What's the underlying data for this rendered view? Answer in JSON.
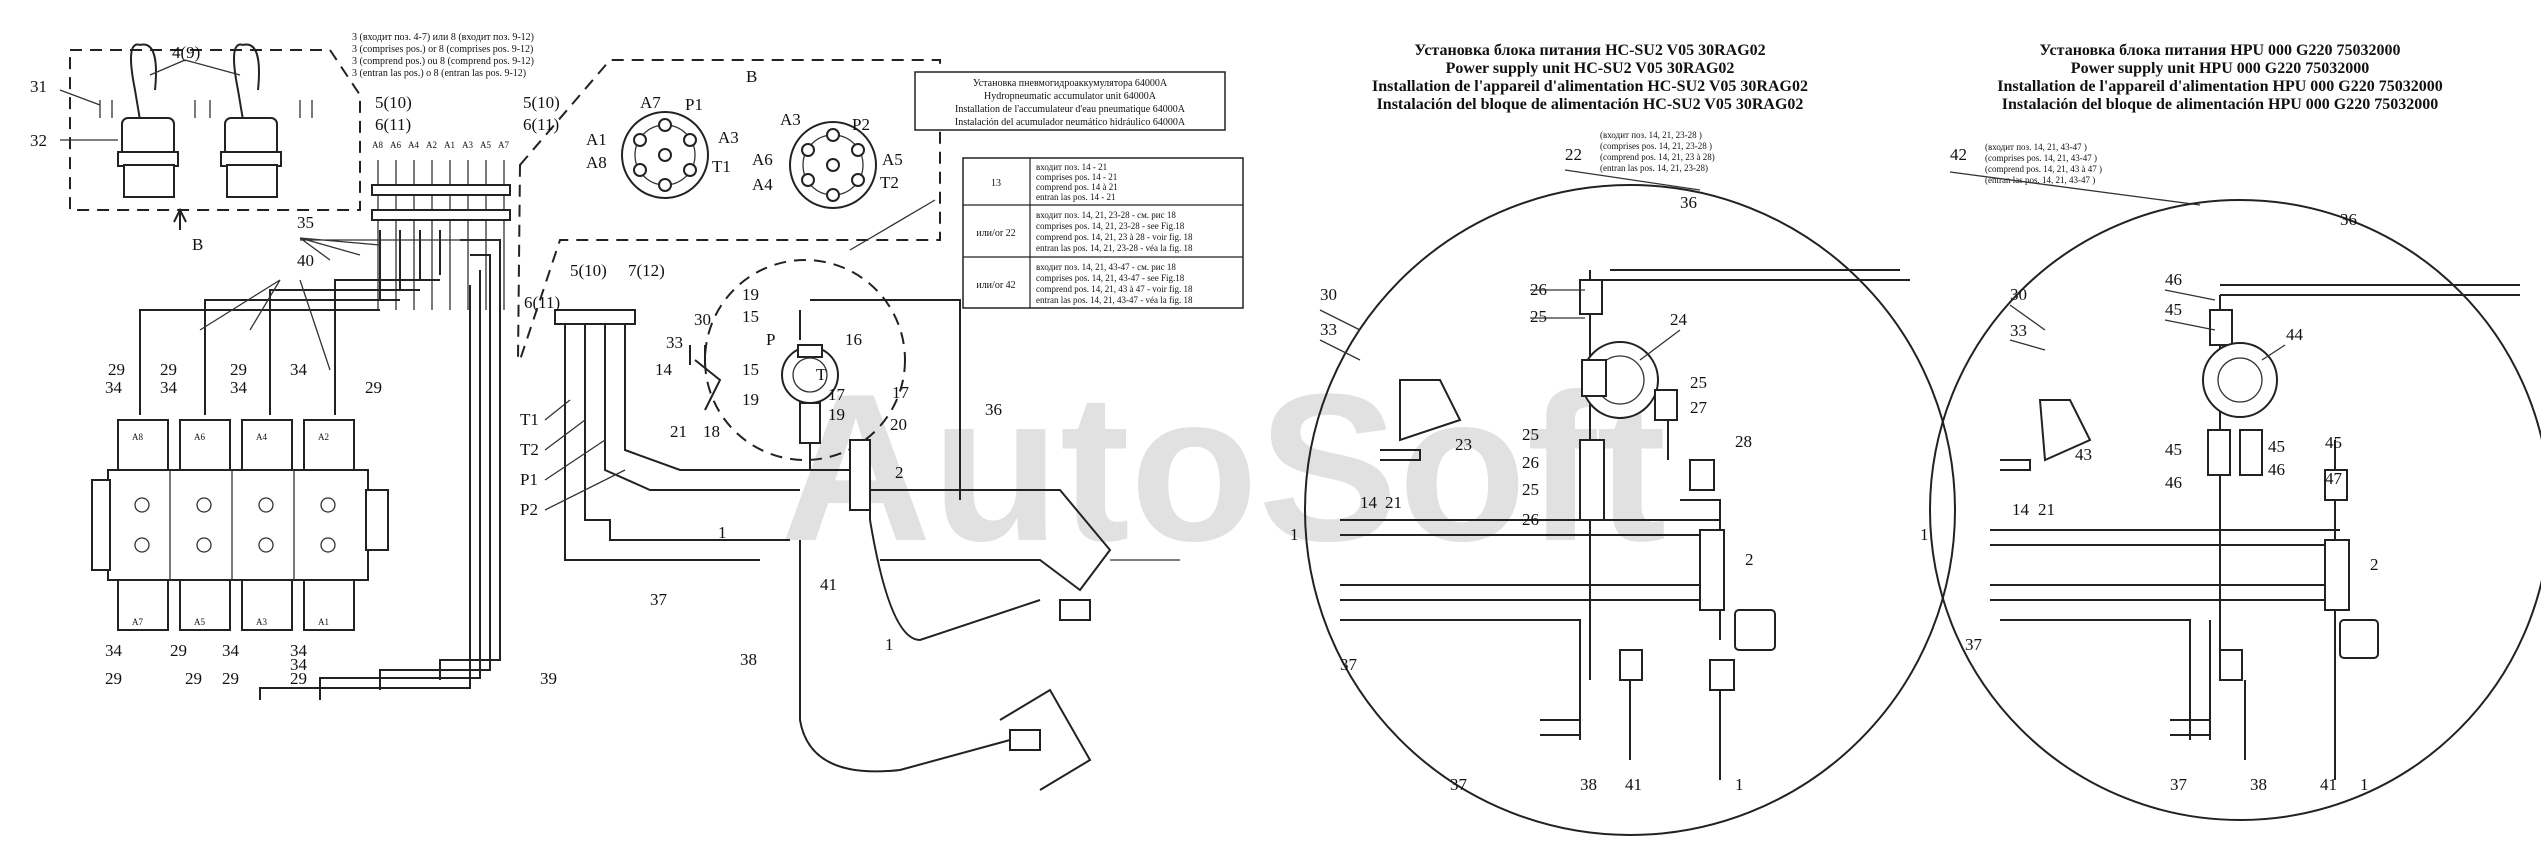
{
  "watermark": "AutoSoft",
  "left_note": {
    "lines": [
      "3 (входит поз. 4-7) или  8 (входит поз. 9-12)",
      "3 (comprises pos.) or 8 (comprises pos. 9-12)",
      "3 (comprend pos.) ou 8 (comprend pos. 9-12)",
      "3 (entran las pos.) o 8 (entran las pos. 9-12)"
    ]
  },
  "accumulator_box": {
    "lines": [
      "Установка пневмогидроаккумулятора  64000А",
      "Hydropneumatic accumulator unit  64000A",
      "Installation de l'accumulateur d'eau pneumatique 64000A",
      "Instalación del acumulador neumático hidráulico  64000A"
    ]
  },
  "variant_table": {
    "rows": [
      {
        "ref": "13",
        "lines": [
          "входит поз. 14 - 21",
          "comprises pos. 14 - 21",
          "comprend pos. 14 à 21",
          "entran las pos. 14 - 21"
        ]
      },
      {
        "ref": "или/or 22",
        "lines": [
          "входит поз. 14, 21, 23-28 - см. рис 18",
          "comprises pos. 14, 21, 23-28 - see Fig.18",
          "comprend pos. 14, 21, 23 à 28 - voir fig. 18",
          "entran las pos. 14, 21, 23-28 - véa la fig. 18"
        ]
      },
      {
        "ref": "или/or 42",
        "lines": [
          "входит поз. 14, 21, 43-47 - см. рис 18",
          "comprises pos. 14, 21, 43-47 - see Fig.18",
          "comprend pos. 14, 21, 43 à 47 - voir fig. 18",
          "entran las pos. 14, 21, 43-47 - véa la fig. 18"
        ]
      }
    ]
  },
  "view_label": "B",
  "view_arrow_label": "B",
  "hc_header": {
    "lines": [
      "Установка блока питания HC-SU2 V05 30RAG02",
      "Power supply unit  HC-SU2 V05 30RAG02",
      "Installation de  l'appareil d'alimentation HC-SU2 V05 30RAG02",
      "Instalación del bloque de alimentación HC-SU2 V05 30RAG02"
    ]
  },
  "hpu_header": {
    "lines": [
      "Установка блока питания HPU 000 G220 75032000",
      "Power supply unit  HPU 000 G220 75032000",
      "Installation de  l'appareil d'alimentation HPU 000 G220 75032000",
      "Instalación del bloque de alimentación HPU 000 G220 75032000"
    ]
  },
  "hc_note": {
    "ref": "22",
    "lines": [
      "(входит поз. 14, 21, 23-28 )",
      "(comprises pos. 14, 21, 23-28 )",
      "(comprend pos. 14, 21, 23 à 28)",
      "(entran las pos. 14, 21, 23-28)"
    ]
  },
  "hpu_note": {
    "ref": "42",
    "lines": [
      "(входит поз. 14, 21, 43-47 )",
      "(comprises pos. 14, 21, 43-47 )",
      "(comprend pos. 14, 21, 43 à 47 )",
      "(entran las pos. 14, 21, 43-47 )"
    ]
  },
  "port_labels": {
    "valve_top": [
      "A8",
      "A6",
      "A4",
      "A2",
      "A1",
      "A3",
      "A5",
      "A7"
    ],
    "valve_bottom": [
      "A7",
      "A5",
      "A3",
      "A1"
    ],
    "valve_sections": [
      "A8",
      "A6",
      "A4",
      "A2"
    ],
    "connector_left": [
      "A7",
      "P1",
      "A1",
      "A3",
      "A8",
      "T1"
    ],
    "connector_right": [
      "A3",
      "P2",
      "A6",
      "A5",
      "A4",
      "T2"
    ],
    "lines": [
      "T1",
      "T2",
      "P1",
      "P2"
    ],
    "pressure": "P",
    "tank": "T"
  },
  "callouts": {
    "n31": "31",
    "n32": "32",
    "n4_9": "4(9)",
    "n5_10a": "5(10)",
    "n6_11a": "6(11)",
    "n5_10b": "5(10)",
    "n6_11b": "6(11)",
    "n35": "35",
    "n40": "40",
    "n29a": "29",
    "n34a": "34",
    "n29b": "29",
    "n34b": "34",
    "n29c": "29",
    "n34c": "34",
    "n29d": "29",
    "n34d": "34",
    "n29e": "29",
    "n34e": "34",
    "n29f": "29",
    "n34f": "34",
    "n29g": "29",
    "n34g": "34",
    "n29h": "29",
    "n34h": "34",
    "n39": "39",
    "n5_10c": "5(10)",
    "n7_12": "7(12)",
    "n6_11c": "6(11)",
    "n30a": "30",
    "n33a": "33",
    "n14a": "14",
    "n21a": "21",
    "n18": "18",
    "n19a": "19",
    "n15a": "15",
    "n16": "16",
    "n15b": "15",
    "n19b": "19",
    "n17a": "17",
    "n19c": "19",
    "n17b": "17",
    "n20": "20",
    "n2a": "2",
    "n36a": "36",
    "n1a": "1",
    "n37a": "37",
    "n41a": "41",
    "n38a": "38",
    "n1b": "1",
    "n36b": "36",
    "n26a": "26",
    "n25a": "25",
    "n24": "24",
    "n30b": "30",
    "n33b": "33",
    "n23": "23",
    "n25b": "25",
    "n27": "27",
    "n14b": "14",
    "n21b": "21",
    "n25c": "25",
    "n26b": "26",
    "n25d": "25",
    "n26c": "26",
    "n28": "28",
    "n1c": "1",
    "n2b": "2",
    "n37b": "37",
    "n37c": "37",
    "n38b": "38",
    "n41b": "41",
    "n1d": "1",
    "n36c": "36",
    "n46a": "46",
    "n45a": "45",
    "n44": "44",
    "n30c": "30",
    "n33c": "33",
    "n43": "43",
    "n45b": "45",
    "n46b": "46",
    "n45c": "45",
    "n46c": "46",
    "n45d": "45",
    "n47": "47",
    "n14c": "14",
    "n21c": "21",
    "n1e": "1",
    "n2c": "2",
    "n37d": "37",
    "n37e": "37",
    "n38c": "38",
    "n41c": "41",
    "n1f": "1"
  }
}
